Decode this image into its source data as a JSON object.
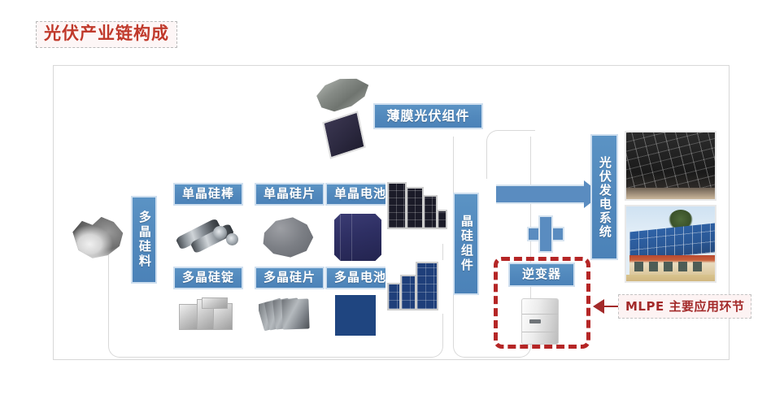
{
  "page": {
    "title": "光伏产业链构成"
  },
  "diagram": {
    "labels": {
      "polysilicon_feedstock": "多晶硅料",
      "mono_ingot": "单晶硅棒",
      "mono_wafer": "单晶硅片",
      "mono_cell": "单晶电池",
      "poly_ingot": "多晶硅锭",
      "poly_wafer": "多晶硅片",
      "poly_cell": "多晶电池",
      "thin_film_module": "薄膜光伏组件",
      "crystalline_module": "晶硅组件",
      "inverter": "逆变器",
      "pv_power_system": "光伏发电系统"
    },
    "symbols": {
      "plus": "+"
    }
  },
  "annotation": {
    "mlpe_text": "MLPE 主要应用环节"
  },
  "colors": {
    "title_text": "#c0392b",
    "label_blue": "#5289bd",
    "arrow_blue": "#5a8cc0",
    "highlight_red": "#b52626",
    "annotation_red": "#a32a2a",
    "frame_border": "#d8d8d8"
  }
}
